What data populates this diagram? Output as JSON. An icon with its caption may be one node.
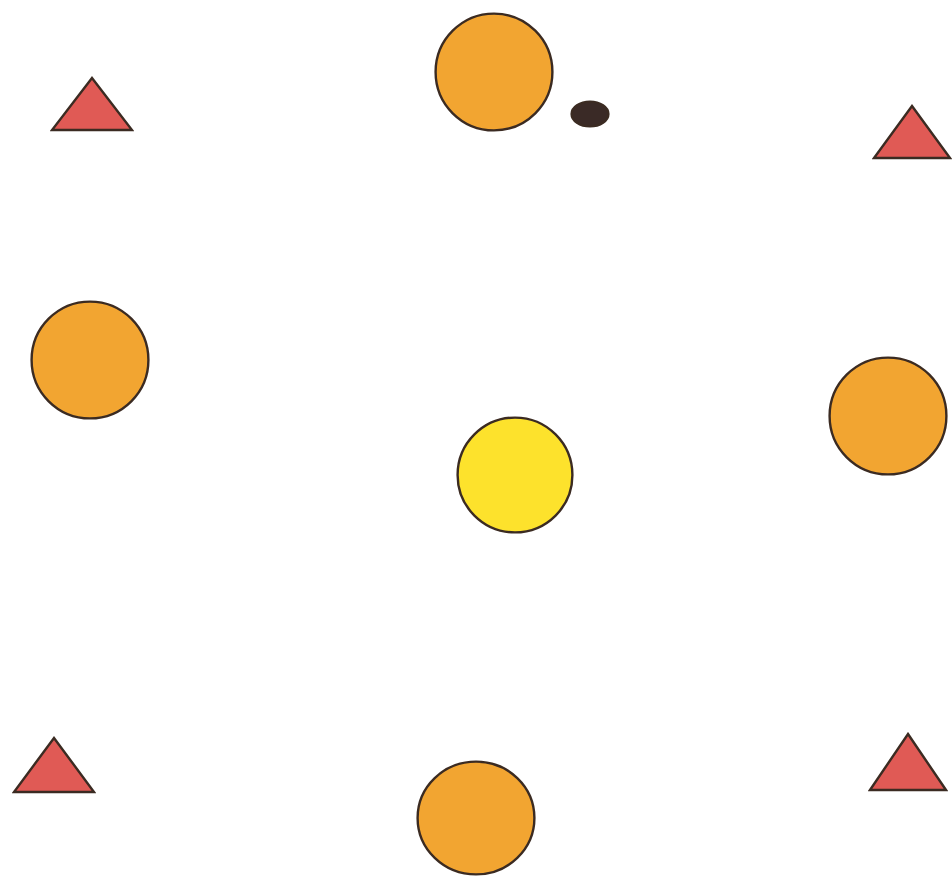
{
  "diagram": {
    "nodes": [
      {
        "text": [],
        "shape": "triangle"
      },
      {
        "text": [],
        "shape": "circle"
      },
      {
        "text": [],
        "shape": "ellipse"
      },
      {
        "text": [],
        "shape": "triangle"
      },
      {
        "text": [],
        "shape": "circle"
      },
      {
        "text": [],
        "shape": "circle"
      },
      {
        "text": [],
        "shape": "circle"
      },
      {
        "text": [],
        "shape": "triangle"
      },
      {
        "text": [],
        "shape": "circle"
      },
      {
        "text": [],
        "shape": "triangle"
      }
    ]
  }
}
